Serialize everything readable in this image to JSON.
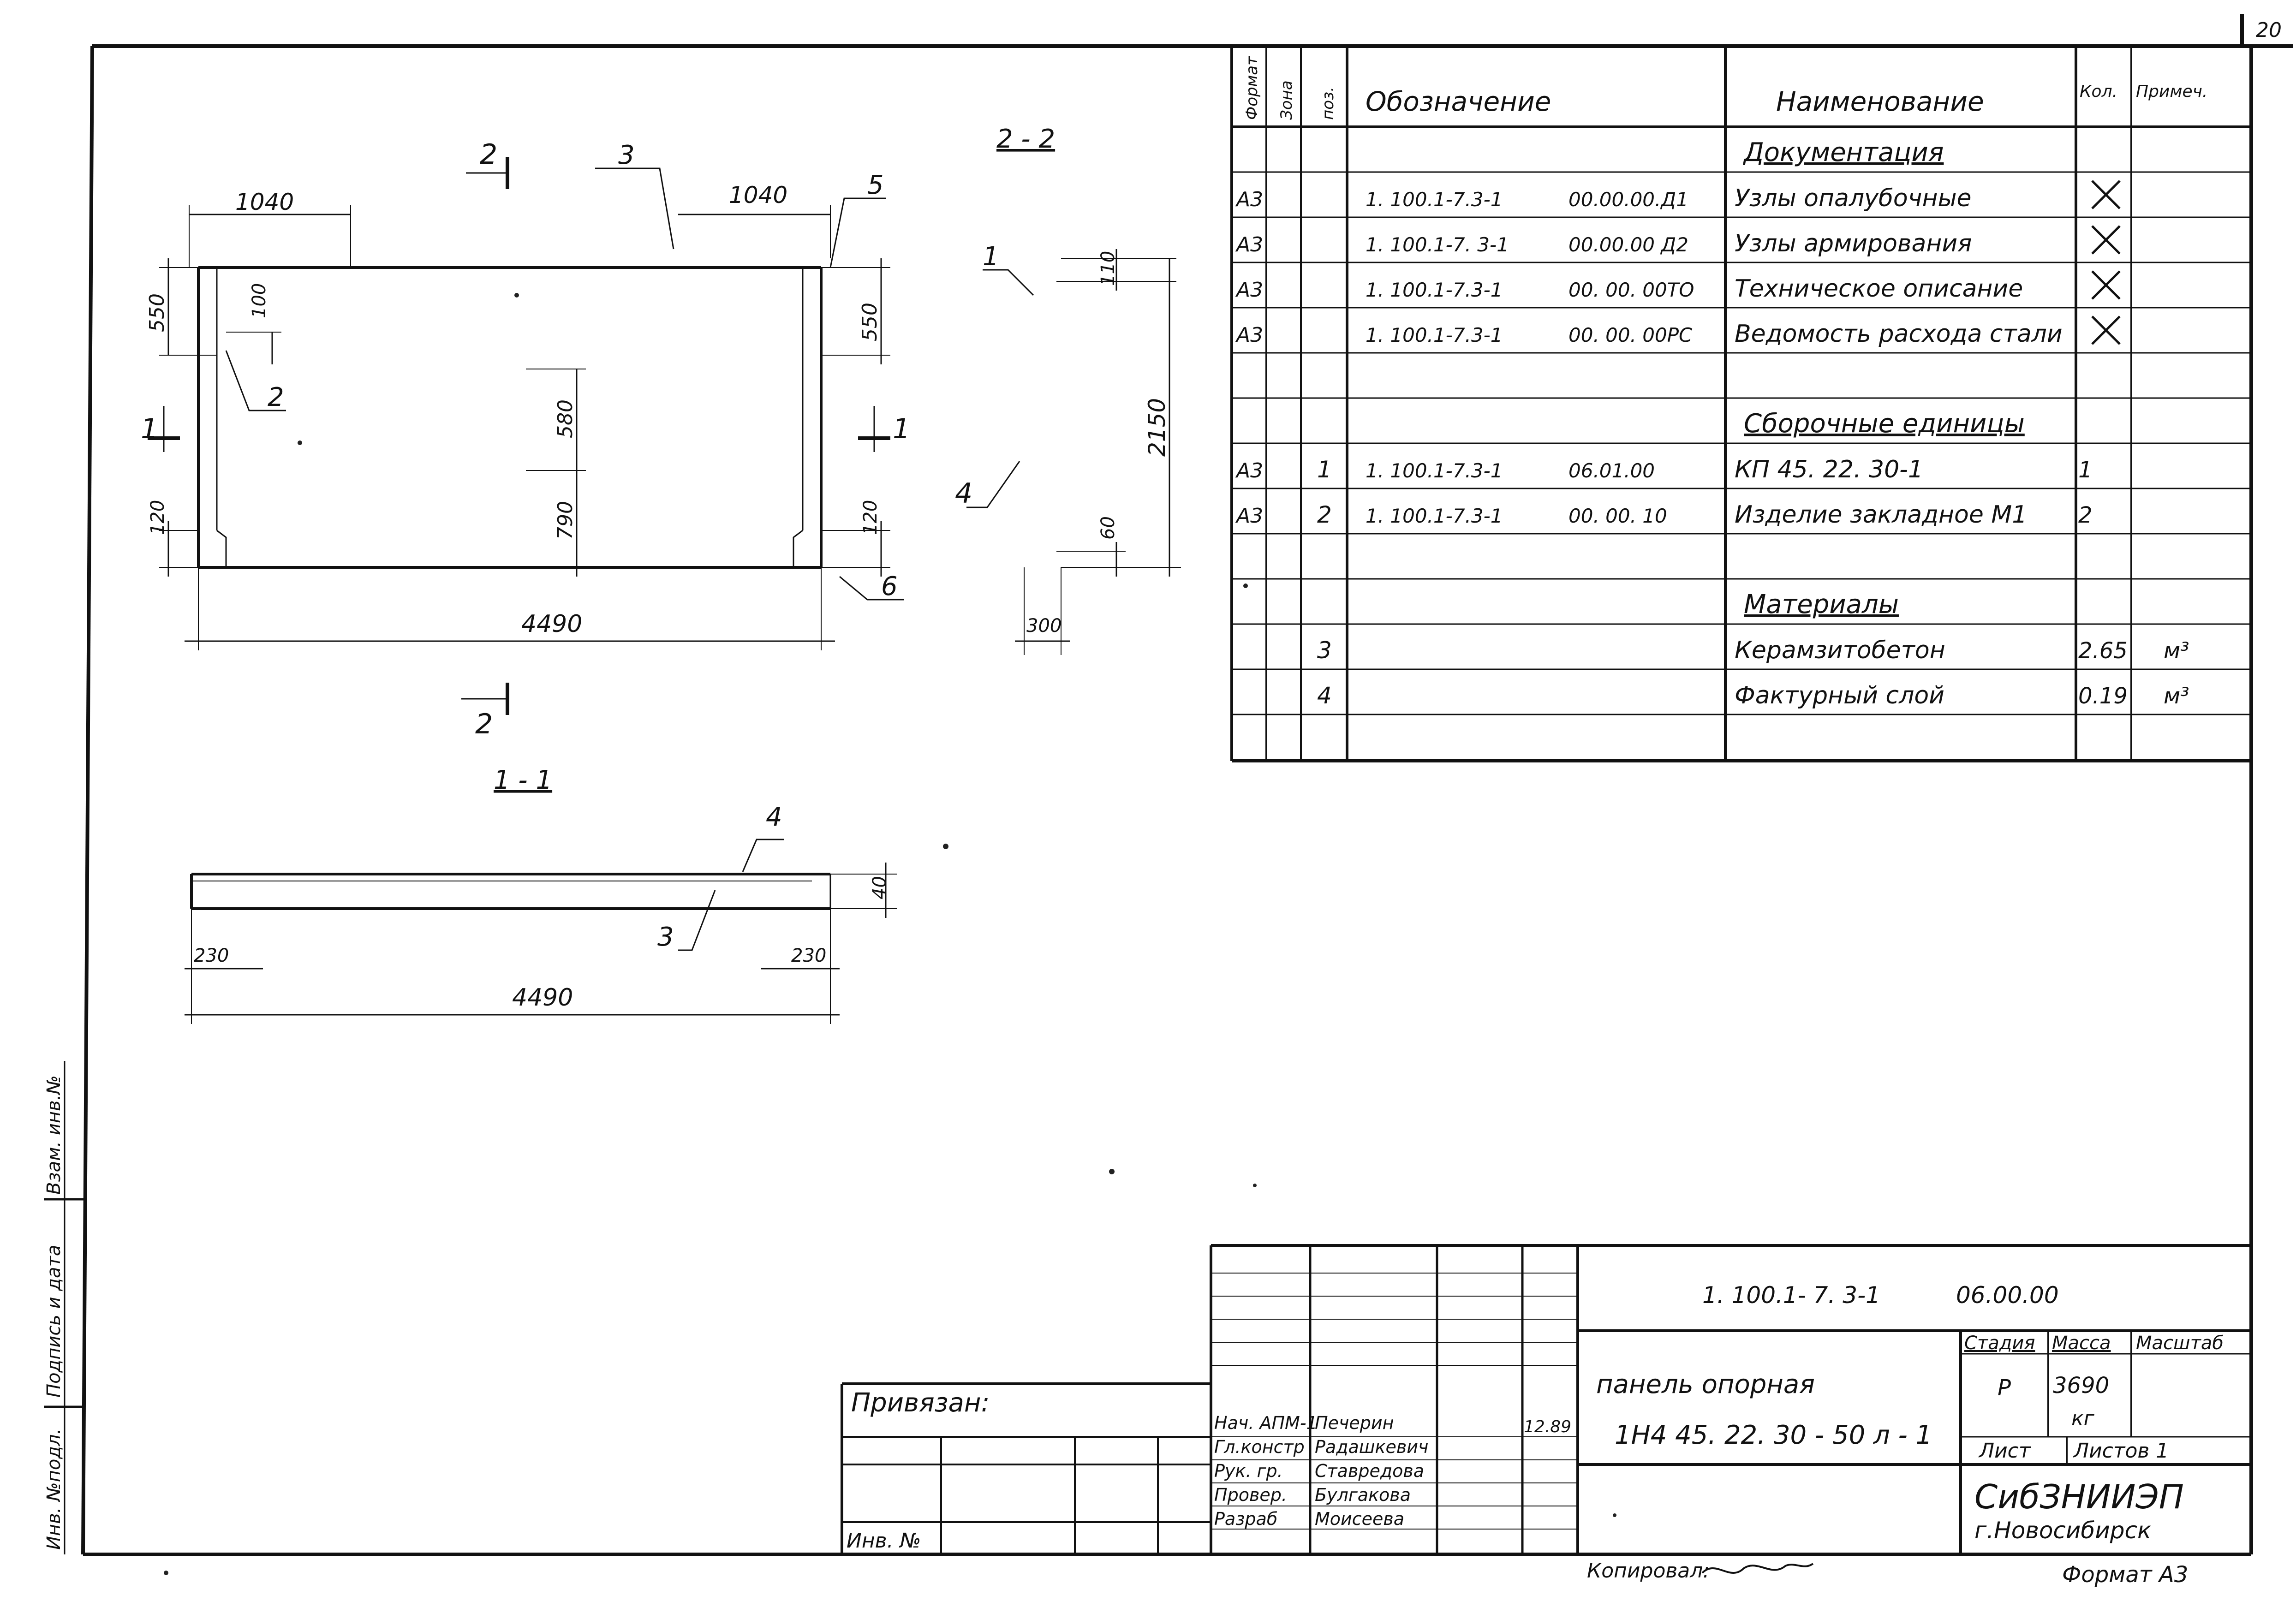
{
  "sheet_number": "20",
  "spec_table": {
    "headers": {
      "format": "Формат",
      "zone": "Зона",
      "pos": "поз.",
      "designation": "Обозначение",
      "name": "Наименование",
      "qty": "Кол.",
      "note": "Примеч."
    },
    "rows": [
      {
        "format": "",
        "pos": "",
        "code": "",
        "num": "",
        "name": "Документация",
        "qty": "",
        "note": ""
      },
      {
        "format": "А3",
        "pos": "",
        "code": "1. 100.1-7.3-1",
        "num": "00.00.00.Д1",
        "name": "Узлы опалубочные",
        "qty": "",
        "note": ""
      },
      {
        "format": "А3",
        "pos": "",
        "code": "1. 100.1-7. 3-1",
        "num": "00.00.00 Д2",
        "name": "Узлы армирования",
        "qty": "",
        "note": ""
      },
      {
        "format": "А3",
        "pos": "",
        "code": "1. 100.1-7.3-1",
        "num": "00. 00. 00ТО",
        "name": "Техническое описание",
        "qty": "",
        "note": ""
      },
      {
        "format": "А3",
        "pos": "",
        "code": "1. 100.1-7.3-1",
        "num": "00. 00. 00РС",
        "name": "Ведомость расхода стали",
        "qty": "",
        "note": ""
      },
      {
        "format": "",
        "pos": "",
        "code": "",
        "num": "",
        "name": "",
        "qty": "",
        "note": ""
      },
      {
        "format": "",
        "pos": "",
        "code": "",
        "num": "",
        "name": "Сборочные единицы",
        "qty": "",
        "note": ""
      },
      {
        "format": "А3",
        "pos": "1",
        "code": "1. 100.1-7.3-1",
        "num": "06.01.00",
        "name": "КП      45. 22. 30-1",
        "qty": "1",
        "note": ""
      },
      {
        "format": "А3",
        "pos": "2",
        "code": "1. 100.1-7.3-1",
        "num": "00. 00. 10",
        "name": "Изделие закладное М1",
        "qty": "2",
        "note": ""
      },
      {
        "format": "",
        "pos": "",
        "code": "",
        "num": "",
        "name": "",
        "qty": "",
        "note": ""
      },
      {
        "format": "",
        "pos": "",
        "code": "",
        "num": "",
        "name": "Материалы",
        "qty": "",
        "note": ""
      },
      {
        "format": "",
        "pos": "3",
        "code": "",
        "num": "",
        "name": "Керамзитобетон",
        "qty": "2.65",
        "note": "м³"
      },
      {
        "format": "",
        "pos": "4",
        "code": "",
        "num": "",
        "name": "Фактурный   слой",
        "qty": "0.19",
        "note": "м³"
      },
      {
        "format": "",
        "pos": "",
        "code": "",
        "num": "",
        "name": "",
        "qty": "",
        "note": ""
      }
    ]
  },
  "plan_view": {
    "dim_left_1040": "1040",
    "dim_right_1040": "1040",
    "dim_550_left": "550",
    "dim_100": "100",
    "dim_120_left": "120",
    "dim_580": "580",
    "dim_790": "790",
    "dim_550_right": "550",
    "dim_120_right": "120",
    "dim_4490": "4490",
    "callout_1_left": "1",
    "callout_1_right": "1",
    "callout_2_top": "2",
    "callout_2_bottom": "2",
    "callout_2_pos": "2",
    "callout_3": "3",
    "callout_5": "5",
    "callout_6": "6"
  },
  "section_2_2": {
    "title": "2 - 2",
    "dim_110": "110",
    "dim_2150": "2150",
    "dim_60": "60",
    "dim_300": "300",
    "callout_1": "1",
    "callout_4": "4"
  },
  "section_1_1": {
    "title": "1 - 1",
    "dim_40": "40",
    "dim_230_left": "230",
    "dim_230_right": "230",
    "dim_4490": "4490",
    "callout_4": "4",
    "callout_3": "3"
  },
  "side_stamp": {
    "inv_orig": "Инв. №подл.",
    "sign_date": "Подпись и дата",
    "vzam": "Взам. инв.№"
  },
  "title_block": {
    "privyazan": "Привязан:",
    "inv_no": "Инв. №",
    "doc_code": "1. 100.1- 7. 3-1",
    "doc_num": "06.00.00",
    "product_name": "панель    опорная",
    "product_mark": "1Н4  45. 22. 30 - 50 л - 1",
    "stage_label": "Стадия",
    "mass_label": "Масса",
    "scale_label": "Масштаб",
    "stage_value": "Р",
    "mass_value": "3690",
    "mass_unit": "кг",
    "sheet_label": "Лист",
    "sheets_label": "Листов 1",
    "org_name": "СибЗНИИЭП",
    "org_city": "г.Новосибирск",
    "date": "12.89",
    "roles": [
      "Нач. АПМ-1",
      "Гл.констр",
      "Рук. гр.",
      "Провер.",
      "Разраб"
    ],
    "names": [
      "Печерин",
      "Радашкевич",
      "Ставредова",
      "Булгакова",
      "Моисеева"
    ]
  },
  "footer": {
    "copied": "Копировал:",
    "format": "Формат А3"
  }
}
